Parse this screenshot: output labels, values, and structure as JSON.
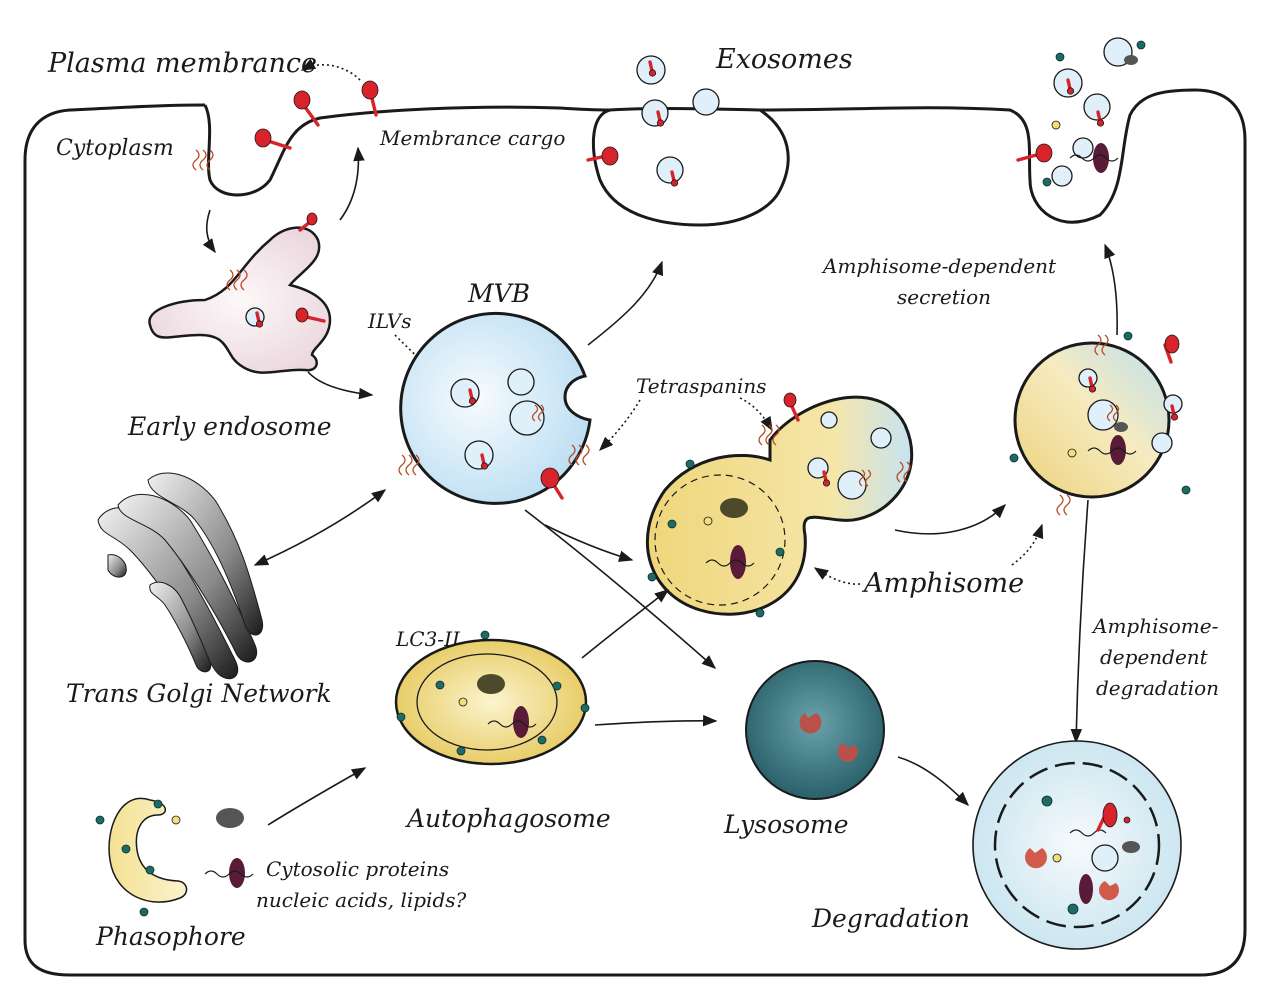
{
  "labels": {
    "plasma_membrane": "Plasma membrance",
    "exosomes": "Exosomes",
    "cytoplasm": "Cytoplasm",
    "membrane_cargo": "Membrance cargo",
    "mvb": "MVB",
    "ilvs": "ILVs",
    "early_endosome": "Early endosome",
    "tetraspanins": "Tetraspanins",
    "amphisome_secretion_line1": "Amphisome-dependent",
    "amphisome_secretion_line2": "secretion",
    "amphisome": "Amphisome",
    "trans_golgi": "Trans Golgi Network",
    "lc3": "LC3-II",
    "autophagosome": "Autophagosome",
    "lysosome": "Lysosome",
    "amphisome_degradation_line1": "Amphisome-",
    "amphisome_degradation_line2": "dependent",
    "amphisome_degradation_line3": "degradation",
    "cytosolic_line1": "Cytosolic proteins",
    "cytosolic_line2": "nucleic acids, lipids?",
    "phasophore": "Phasophore",
    "degradation": "Degradation"
  },
  "colors": {
    "mvb_fill": "#cfe8f7",
    "endosome_fill": "#f3e6ea",
    "autophagosome_fill": "#f0dc8a",
    "lysosome_fill": "#2f6f7a",
    "cargo": "#d8232a",
    "lc3": "#1e6b66",
    "tetraspanin": "#b84a20"
  }
}
